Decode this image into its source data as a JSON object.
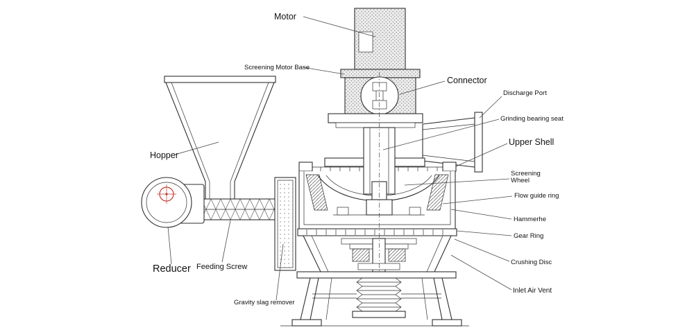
{
  "diagram": {
    "colors": {
      "line": "#2e2e2e",
      "accent": "#c23b2f",
      "background": "#ffffff",
      "label": "#111111"
    },
    "labels": [
      {
        "id": "motor",
        "text": "Motor"
      },
      {
        "id": "screening-motor-base",
        "text": "Screening Motor Base"
      },
      {
        "id": "connector",
        "text": "Connector"
      },
      {
        "id": "discharge-port",
        "text": "Discharge Port"
      },
      {
        "id": "grinding-bearing-seat",
        "text": "Grinding bearing seat"
      },
      {
        "id": "upper-shell",
        "text": "Upper Shell"
      },
      {
        "id": "screening-wheel",
        "text": "Screening",
        "text2": "Wheel"
      },
      {
        "id": "flow-guide-ring",
        "text": "Flow guide ring"
      },
      {
        "id": "hammerhead",
        "text": "Hammerhe"
      },
      {
        "id": "gear-ring",
        "text": "Gear Ring"
      },
      {
        "id": "crushing-disc",
        "text": "Crushing Disc"
      },
      {
        "id": "inlet-air-vent",
        "text": "Inlet Air Vent"
      },
      {
        "id": "hopper",
        "text": "Hopper"
      },
      {
        "id": "reducer",
        "text": "Reducer"
      },
      {
        "id": "feeding-screw",
        "text": "Feeding Screw"
      },
      {
        "id": "gravity-slag-remover",
        "text": "Gravity slag remover"
      }
    ]
  }
}
